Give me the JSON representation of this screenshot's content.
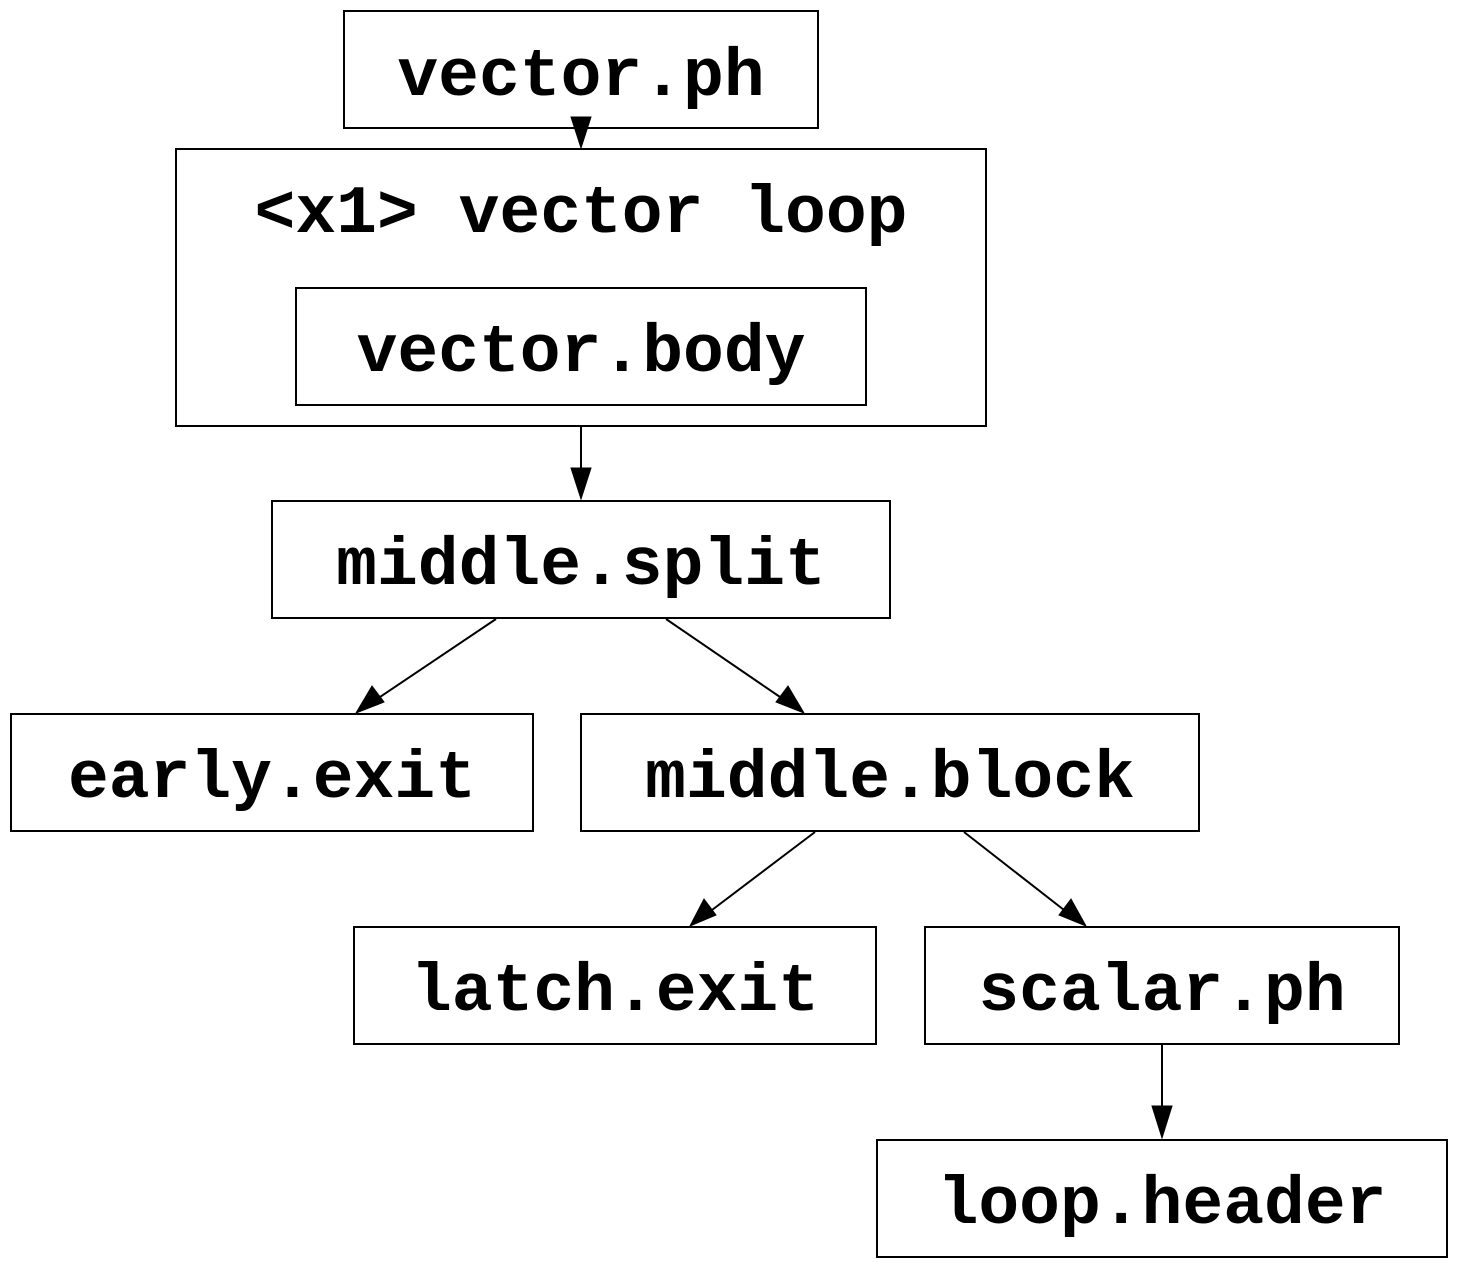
{
  "cluster": {
    "label": "<x1> vector loop"
  },
  "nodes": {
    "vector_ph": "vector.ph",
    "vector_body": "vector.body",
    "middle_split": "middle.split",
    "early_exit": "early.exit",
    "middle_block": "middle.block",
    "latch_exit": "latch.exit",
    "scalar_ph": "scalar.ph",
    "loop_header": "loop.header"
  },
  "edges": [
    {
      "from": "vector.ph",
      "to": "<x1> vector loop"
    },
    {
      "from": "<x1> vector loop",
      "to": "middle.split"
    },
    {
      "from": "middle.split",
      "to": "early.exit"
    },
    {
      "from": "middle.split",
      "to": "middle.block"
    },
    {
      "from": "middle.block",
      "to": "latch.exit"
    },
    {
      "from": "middle.block",
      "to": "scalar.ph"
    },
    {
      "from": "scalar.ph",
      "to": "loop.header"
    }
  ],
  "colors": {
    "stroke": "#000000",
    "background": "#ffffff"
  }
}
